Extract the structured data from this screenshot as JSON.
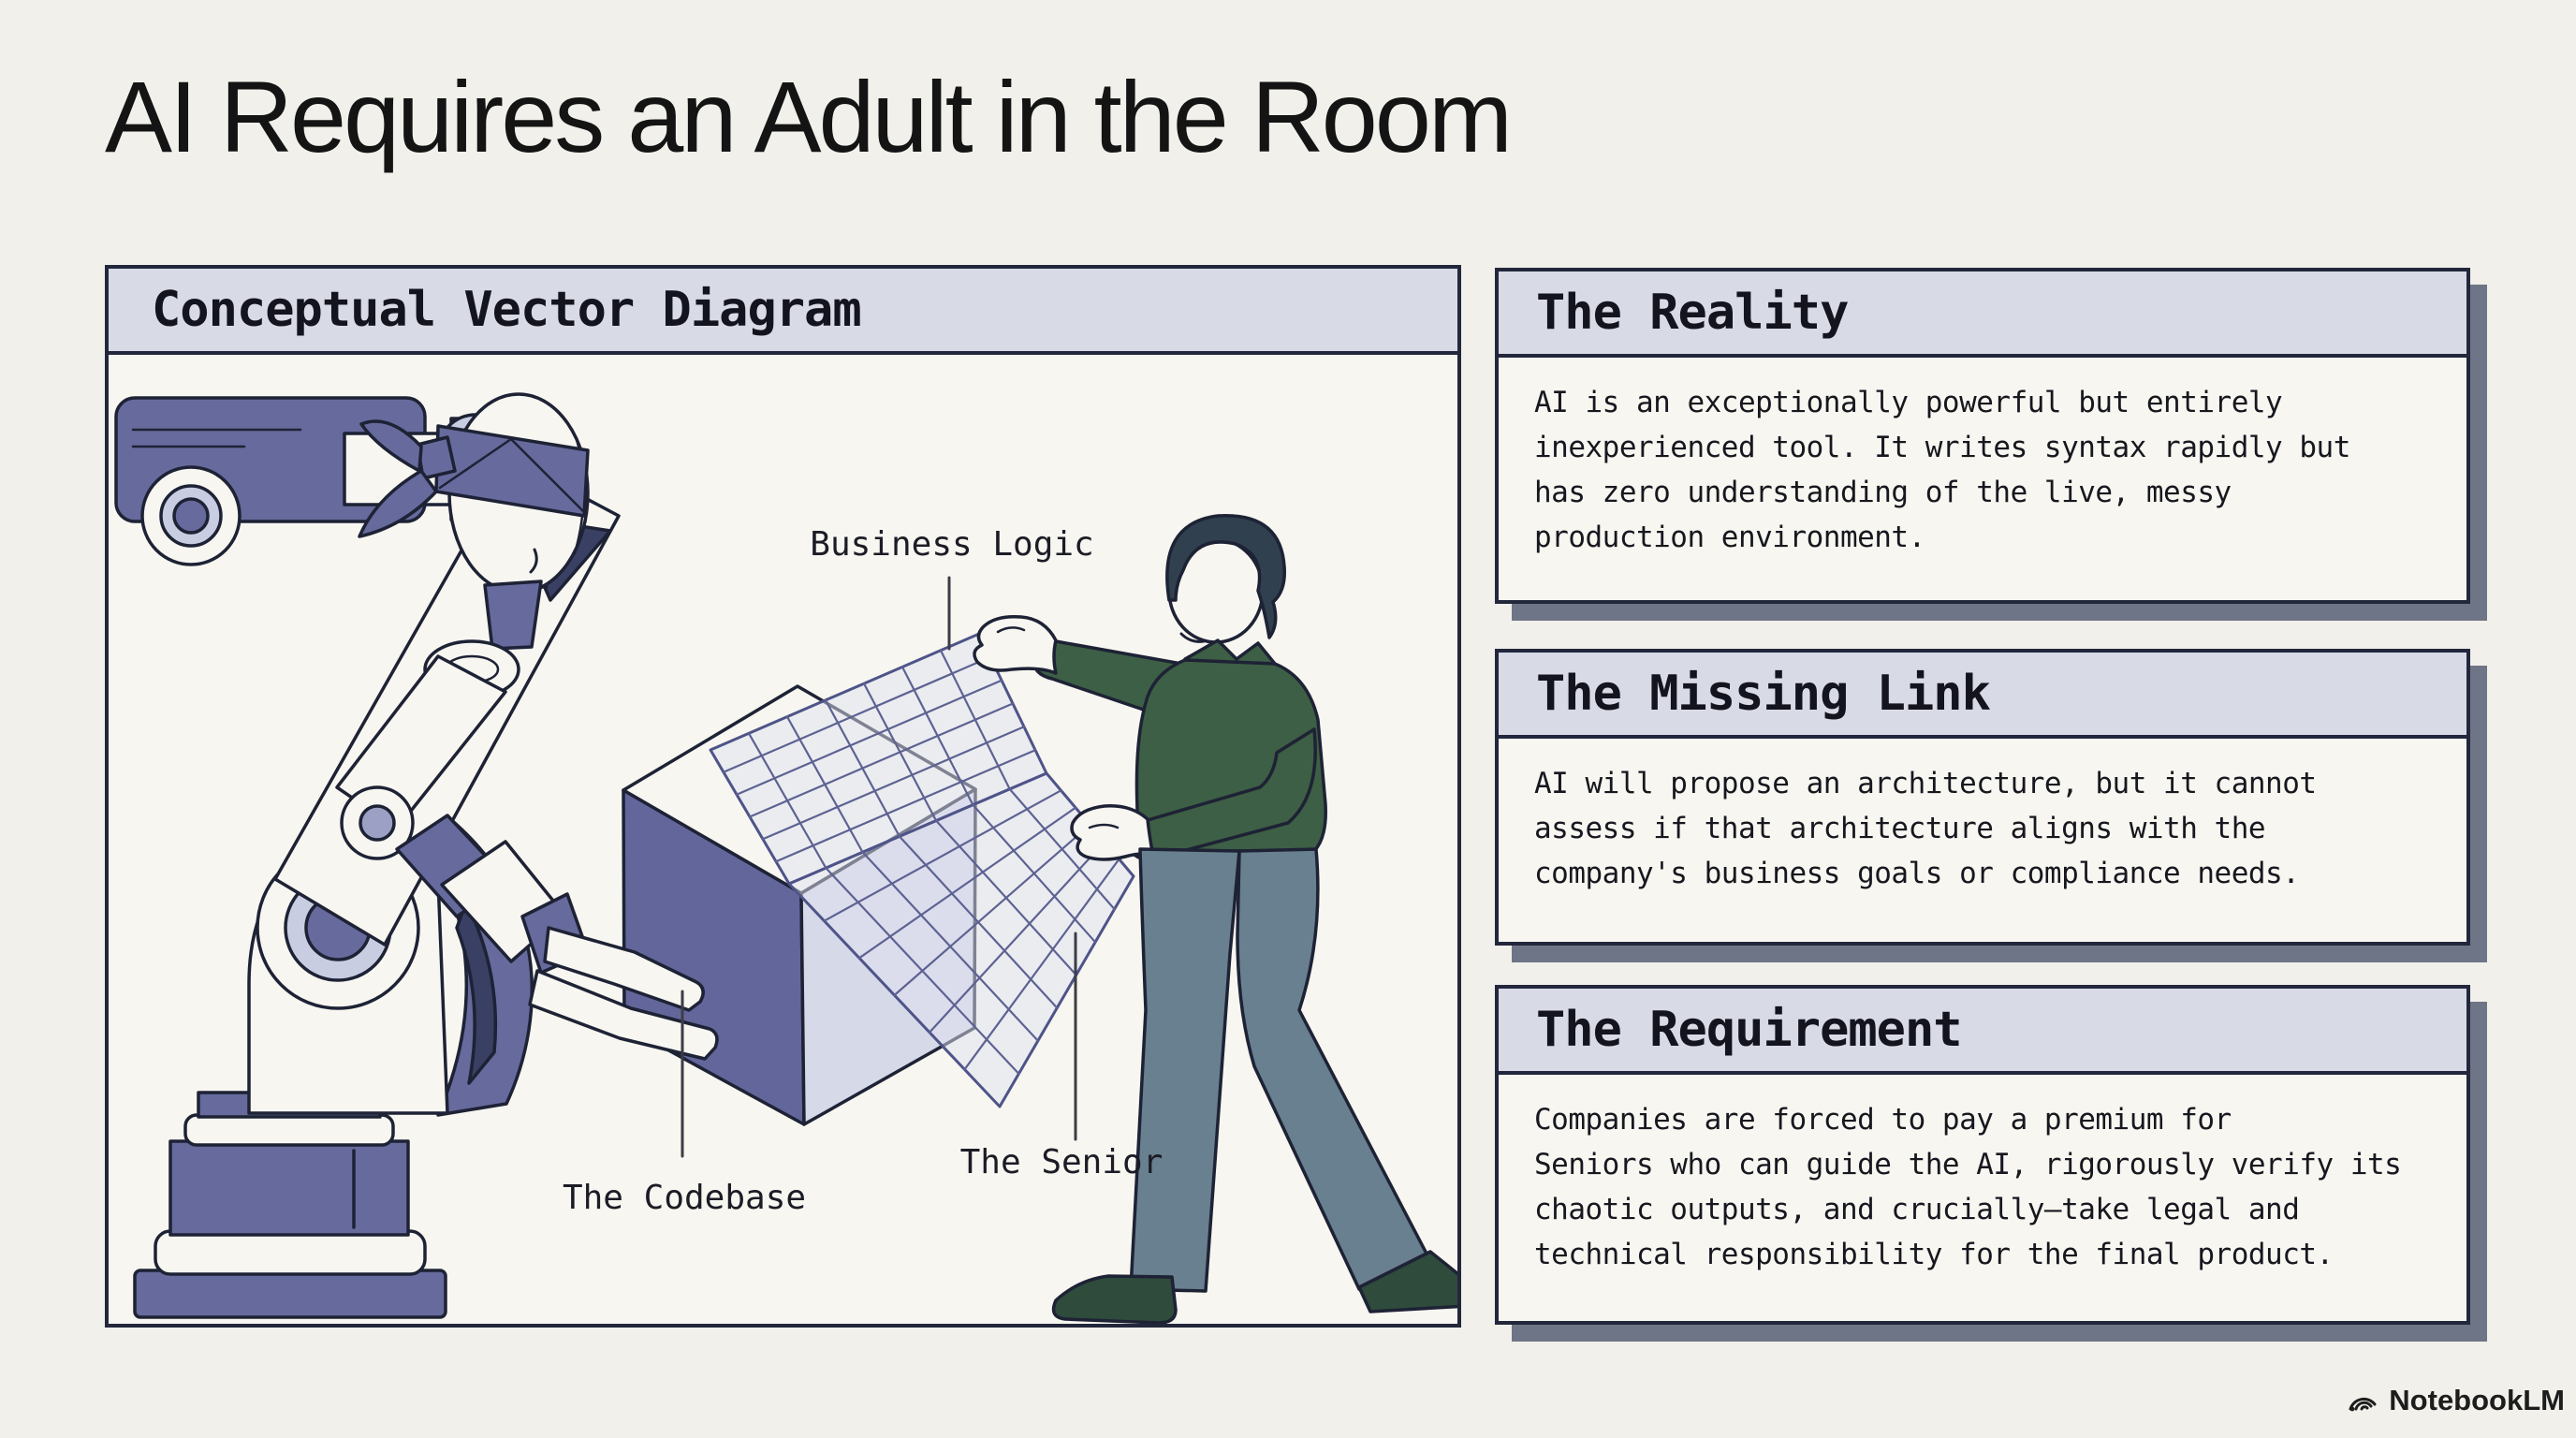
{
  "title": "AI Requires an Adult in the Room",
  "diagram_panel": {
    "header": "Conceptual Vector Diagram",
    "labels": {
      "business_logic": "Business Logic",
      "codebase": "The Codebase",
      "senior": "The Senior"
    }
  },
  "info_panels": [
    {
      "title": "The Reality",
      "body": "AI is an exceptionally powerful but entirely\ninexperienced tool. It writes syntax rapidly but\nhas zero understanding of the live, messy\nproduction environment."
    },
    {
      "title": "The Missing Link",
      "body": "AI will propose an architecture, but it cannot\nassess if that architecture aligns with the\ncompany's business goals or compliance needs."
    },
    {
      "title": "The Requirement",
      "body": "Companies are forced to pay a premium for\nSeniors who can guide the AI, rigorously verify its\nchaotic outputs, and crucially—take legal and\ntechnical responsibility for the final product."
    }
  ],
  "footer": {
    "brand": "NotebookLM"
  },
  "colors": {
    "background": "#f1f0ea",
    "panel_background": "#f7f6f0",
    "panel_header": "#d8dae6",
    "border": "#23273c",
    "shadow": "#636a7d",
    "robot_purple": "#666a9c",
    "robot_lavender": "#c9cde2",
    "cube_light_face": "#d6d9e8",
    "sweater_green": "#3d5f45",
    "pants_gray": "#68808f",
    "shoe_green": "#2e4b3c",
    "hair_navy": "#31404e"
  }
}
